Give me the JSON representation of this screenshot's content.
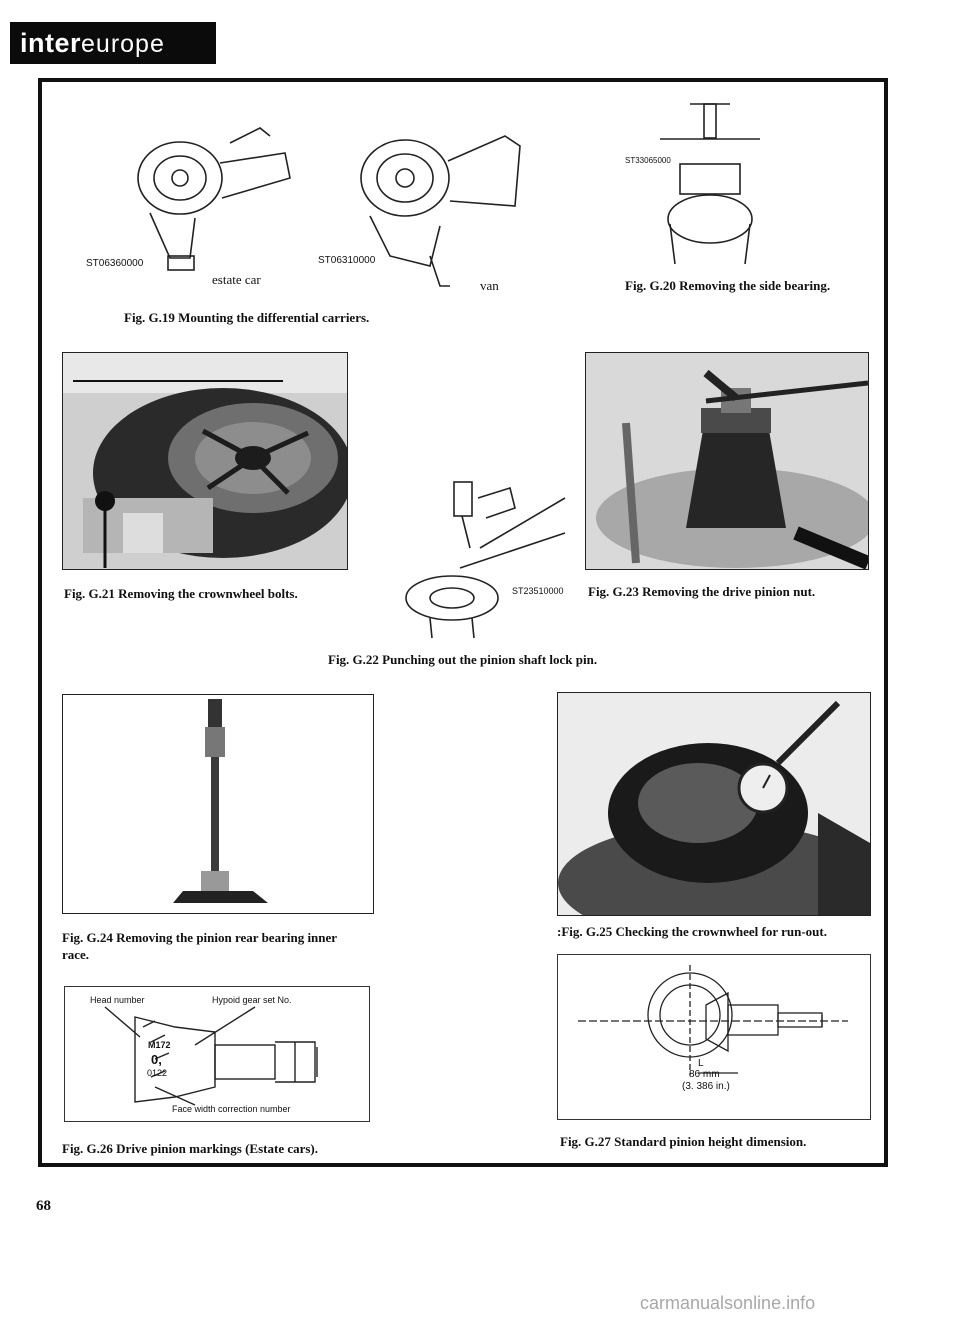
{
  "header": {
    "logo_prefix": "inter",
    "logo_suffix": "europe"
  },
  "page_number": "68",
  "footer_watermark": "carmanualsonline.info",
  "figures": {
    "g19": {
      "caption": "Fig. G.19 Mounting the differential carriers.",
      "tool_left": "ST06360000",
      "tool_right": "ST06310000",
      "label_estate": "estate car",
      "label_van": "van"
    },
    "g20": {
      "caption": "Fig. G.20 Removing the side bearing.",
      "tool": "ST33065000"
    },
    "g21": {
      "caption": "Fig. G.21 Removing the crownwheel bolts."
    },
    "g22": {
      "caption": "Fig. G.22 Punching out the pinion shaft lock pin.",
      "tool": "ST23510000"
    },
    "g23": {
      "caption": "Fig. G.23 Removing the drive pinion nut."
    },
    "g24": {
      "caption_line1": "Fig. G.24 Removing the pinion rear bearing inner",
      "caption_line2": "race."
    },
    "g25": {
      "caption": ":Fig. G.25 Checking the crownwheel for run-out."
    },
    "g26": {
      "caption": "Fig. G.26 Drive pinion markings (Estate cars).",
      "label_head": "Head number",
      "label_hypoid": "Hypoid gear set No.",
      "label_face": "Face width correction number",
      "mark_top": "M172",
      "mark_mid": "0,",
      "mark_bottom": "0122"
    },
    "g27": {
      "caption": "Fig. G.27 Standard pinion height dimension.",
      "dim_mm": "86 mm",
      "dim_in": "(3. 386 in.)",
      "marker_l": "L"
    }
  }
}
